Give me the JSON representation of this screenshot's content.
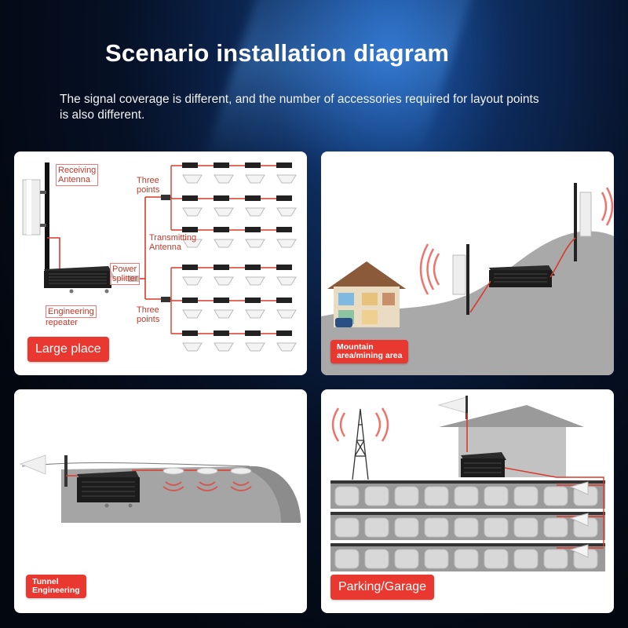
{
  "title": "Scenario installation diagram",
  "subtitle": "The signal coverage is different, and the number of accessories required for layout points is also different.",
  "panels": {
    "large_place": {
      "tag": "Large place",
      "receiving_antenna_line1": "Receiving",
      "receiving_antenna_line2": "Antenna",
      "engineering_repeater_line1": "Engineering",
      "engineering_repeater_line2": "repeater",
      "power_line1": "Power",
      "power_line2": "splitter",
      "three_points_top_line1": "Three",
      "three_points_top_line2": "points",
      "transmitting_antenna_line1": "Transmitting",
      "transmitting_antenna_line2": "Antenna",
      "three_points_bottom_line1": "Three",
      "three_points_bottom_line2": "points"
    },
    "mountain": {
      "tag_line1": "Mountain",
      "tag_line2": "area/mining area"
    },
    "tunnel": {
      "tag_line1": "Tunnel",
      "tag_line2": "Engineering"
    },
    "parking": {
      "tag": "Parking/Garage"
    }
  },
  "colors": {
    "accent_red": "#e8382f",
    "cable_red": "#d93a2b",
    "device_black": "#1c1c1c",
    "ground_gray": "#a9a9a9"
  }
}
